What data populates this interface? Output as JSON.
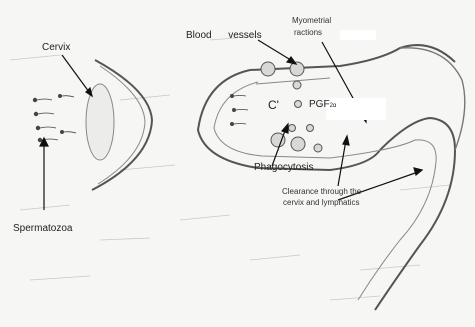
{
  "labels": {
    "cervix": "Cervix",
    "spermatozoa": "Spermatozoa",
    "blood_vessels": "Blood      vessels",
    "myometrial_line1": "Myometrial",
    "myometrial_line2": "ractions",
    "c_prime": "C'",
    "pgf": "PGF",
    "pgf_sub": "2α",
    "phagocytosis": "Phagocytosis",
    "clearance_line1": "Clearance through the",
    "clearance_line2": "cervix and lymphatics"
  }
}
